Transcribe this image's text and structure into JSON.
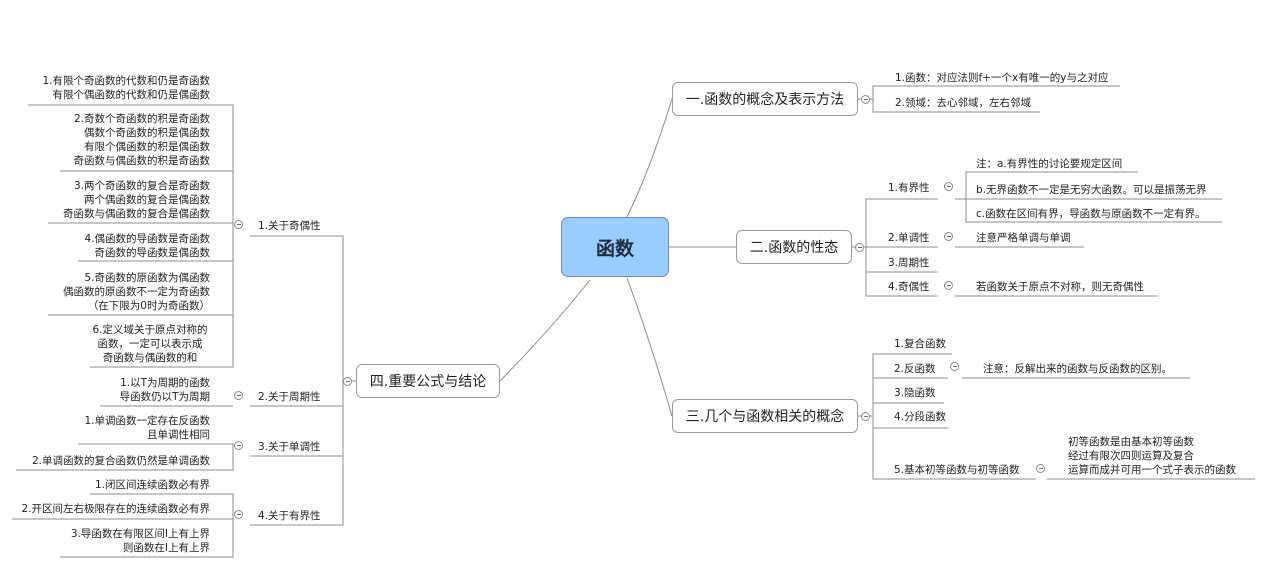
{
  "root": "函数",
  "branch1": {
    "title": "一.函数的概念及表示方法",
    "items": [
      "1.函数：对应法则f+一个x有唯一的y与之对应",
      "2.领域：去心邻域，左右邻域"
    ]
  },
  "branch2": {
    "title": "二.函数的性态",
    "boundedness": {
      "label": "1.有界性",
      "notes": [
        "注：a.有界性的讨论要规定区间",
        "b.无界函数不一定是无穷大函数。可以是振荡无界",
        "c.函数在区间有界，导函数与原函数不一定有界。"
      ]
    },
    "monotonicity": {
      "label": "2.单调性",
      "note": "注意严格单调与单调"
    },
    "periodicity": {
      "label": "3.周期性"
    },
    "parity": {
      "label": "4.奇偶性",
      "note": "若函数关于原点不对称，则无奇偶性"
    }
  },
  "branch3": {
    "title": "三.几个与函数相关的概念",
    "composite": "1.复合函数",
    "inverse": {
      "label": "2.反函数",
      "note": "注意：反解出来的函数与反函数的区别。"
    },
    "implicit": "3.隐函数",
    "piecewise": "4.分段函数",
    "elementary": {
      "label": "5.基本初等函数与初等函数",
      "note": [
        "初等函数是由基本初等函数",
        "经过有限次四则运算及复合",
        "运算而成并可用一个式子表示的函数"
      ]
    }
  },
  "branch4": {
    "title": "四.重要公式与结论",
    "parity": {
      "label": "1.关于奇偶性",
      "items": [
        [
          "1.有限个奇函数的代数和仍是奇函数",
          "有限个偶函数的代数和仍是偶函数"
        ],
        [
          "2.奇数个奇函数的积是奇函数",
          "偶数个奇函数的积是偶函数",
          "有限个偶函数的积是偶函数",
          "奇函数与偶函数的积是奇函数"
        ],
        [
          "3.两个奇函数的复合是奇函数",
          "两个偶函数的复合是偶函数",
          "奇函数与偶函数的复合是偶函数"
        ],
        [
          "4.偶函数的导函数是奇函数",
          "奇函数的导函数是偶函数"
        ],
        [
          "5.奇函数的原函数为偶函数",
          "偶函数的原函数不一定为奇函数",
          "（在下限为0时为奇函数）"
        ],
        [
          "6.定义域关于原点对称的",
          "函数，一定可以表示成",
          "奇函数与偶函数的和"
        ]
      ]
    },
    "periodicity": {
      "label": "2.关于周期性",
      "item": [
        "1.以T为周期的函数",
        "导函数仍以T为周期"
      ]
    },
    "monotonicity": {
      "label": "3.关于单调性",
      "items": [
        [
          "1.单调函数一定存在反函数",
          "且单调性相同"
        ],
        [
          "2.单调函数的复合函数仍然是单调函数"
        ]
      ]
    },
    "boundedness": {
      "label": "4.关于有界性",
      "items": [
        [
          "1.闭区间连续函数必有界"
        ],
        [
          "2.开区间左右极限存在的连续函数必有界"
        ],
        [
          "3.导函数在有限区间I上有上界",
          "则函数在I上有上界"
        ]
      ]
    }
  }
}
